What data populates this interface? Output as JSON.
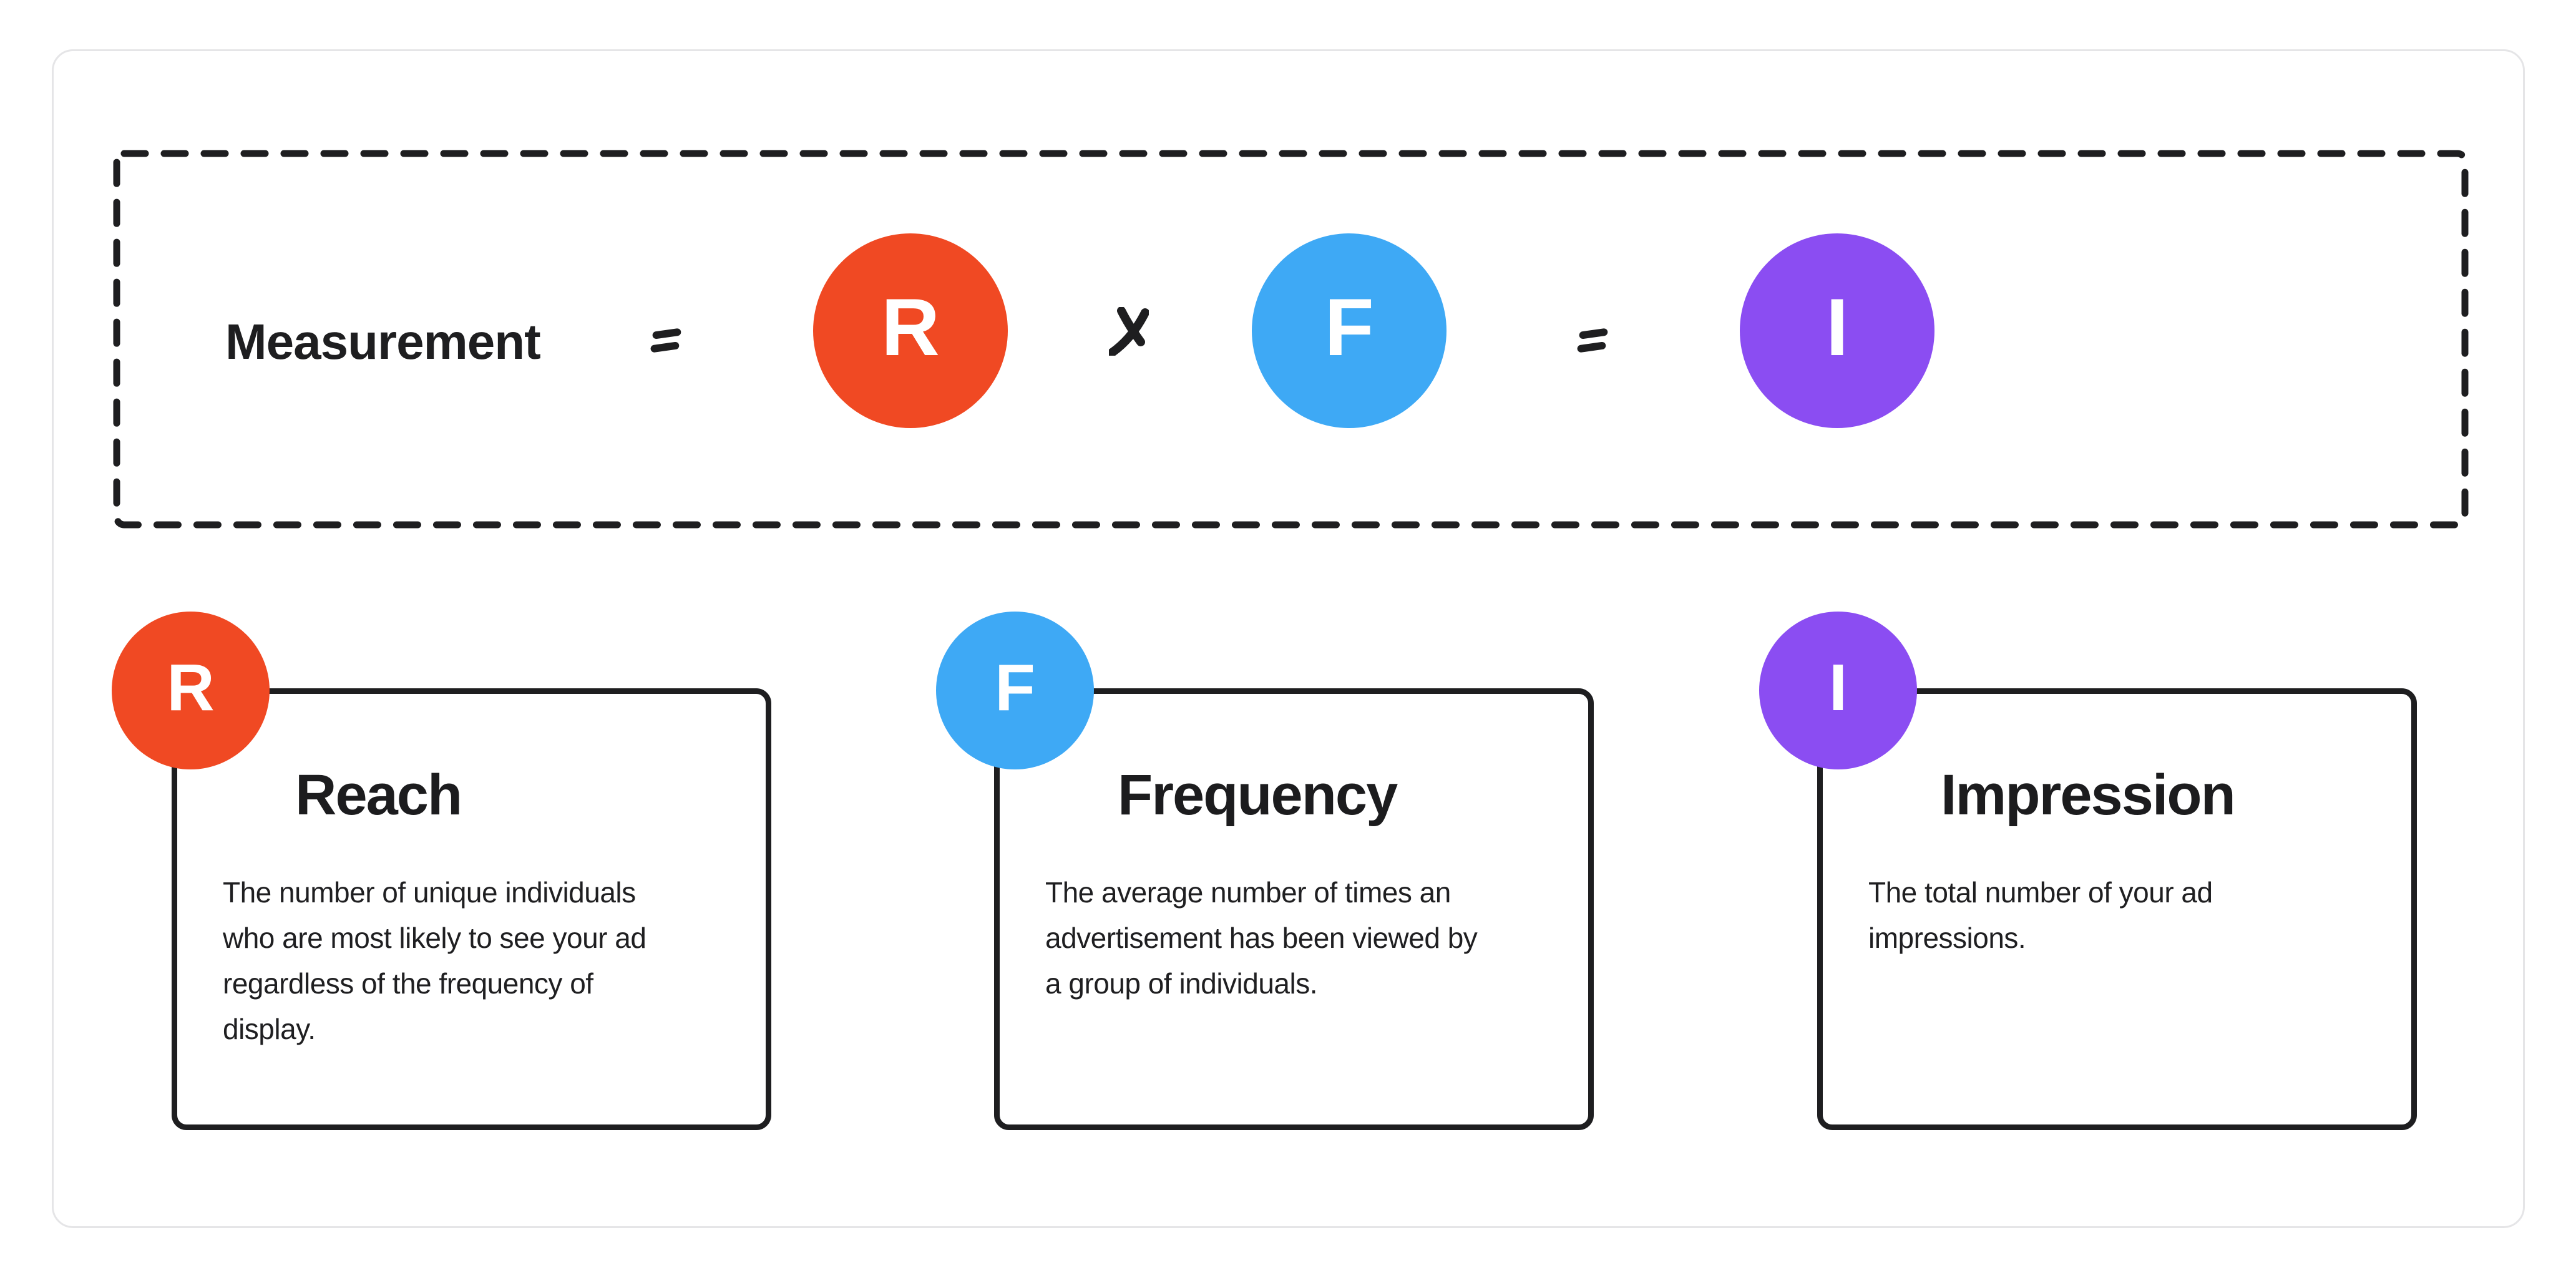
{
  "page": {
    "background": "#ffffff",
    "frame_border_color": "#e5e5e7",
    "ink_color": "#1e1e20"
  },
  "formula": {
    "label": "Measurement",
    "equals_1": "=",
    "operator_times": "x",
    "equals_2": "=",
    "terms": [
      {
        "letter": "R",
        "color": "#f04923"
      },
      {
        "letter": "F",
        "color": "#3ea9f5"
      },
      {
        "letter": "I",
        "color": "#8b4df2"
      }
    ]
  },
  "cards": [
    {
      "letter": "R",
      "color": "#f04923",
      "title": "Reach",
      "description_lines": [
        "The number of unique individuals",
        "who are most likely to see your ad",
        "regardless of the frequency of",
        "display."
      ]
    },
    {
      "letter": "F",
      "color": "#3ea9f5",
      "title": "Frequency",
      "description_lines": [
        "The average number of times an",
        "advertisement has been viewed by",
        "a group of individuals."
      ]
    },
    {
      "letter": "I",
      "color": "#8b4df2",
      "title": "Impression",
      "description_lines": [
        "The total number of your ad",
        "impressions."
      ]
    }
  ]
}
